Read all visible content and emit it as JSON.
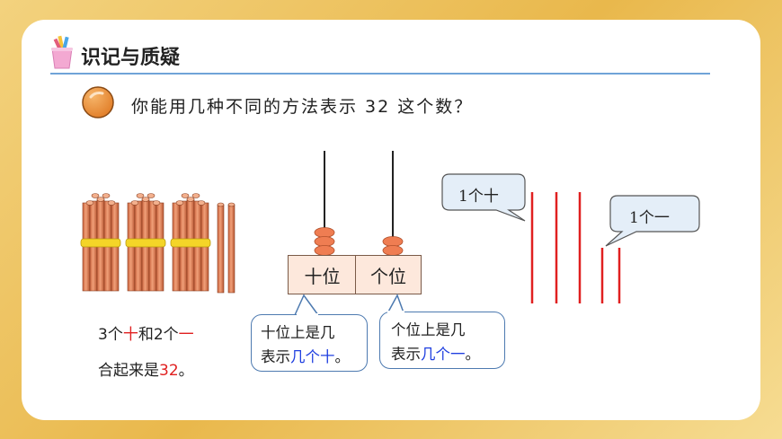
{
  "header": {
    "title": "识记与质疑",
    "icon": "pencil-cup-icon"
  },
  "question": {
    "text": "你能用几种不同的方法表示 32 这个数？",
    "bullet_color": "#e88a30"
  },
  "sticks": {
    "bundles": 3,
    "singles": 2
  },
  "bundle_caption": {
    "line1_a": "3个",
    "line1_b": "十",
    "line1_c": "和2个",
    "line1_d": "一",
    "line2_a": "合起来是",
    "line2_b": "32",
    "line2_c": "。"
  },
  "abacus": {
    "tens_label": "十位",
    "ones_label": "个位",
    "tens_beads": 3,
    "ones_beads": 2,
    "bead_color": "#ef7d52"
  },
  "tens_note": {
    "line1": "十位上是几",
    "line2_a": "表示",
    "line2_b": "几个十",
    "line2_c": "。"
  },
  "ones_note": {
    "line1": "个位上是几",
    "line2_a": "表示",
    "line2_b": "几个一",
    "line2_c": "。"
  },
  "lines_diagram": {
    "tens_callout": "1个十",
    "ones_callout": "1个一",
    "long_lines": 3,
    "short_lines": 2,
    "line_color": "#e02020"
  }
}
